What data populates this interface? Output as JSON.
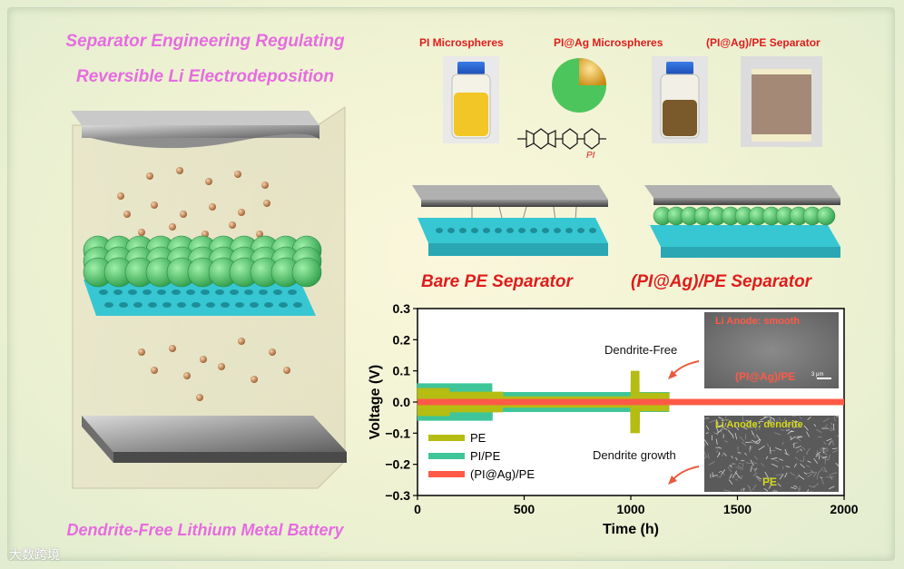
{
  "title": {
    "line1": "Separator Engineering Regulating",
    "line2": "Reversible Li Electrodeposition"
  },
  "bottom_title": "Dendrite-Free Lithium Metal Battery",
  "materials": {
    "pi": "PI Microspheres",
    "piag": "PI@Ag Microspheres",
    "sep": "(PI@Ag)/PE Separator",
    "pi_chem": "PI"
  },
  "separators": {
    "bare": "Bare PE Separator",
    "coated": "(PI@Ag)/PE Separator"
  },
  "annotations": {
    "dendrite_free": "Dendrite-Free",
    "dendrite_growth": "Dendrite growth"
  },
  "sem": {
    "top_title": "Li Anode: smooth",
    "top_sample": "(PI@Ag)/PE",
    "top_scale": "3 μm",
    "bottom_title": "Li Anode: dendrite",
    "bottom_sample": "PE"
  },
  "watermark": "大数跨境",
  "colors": {
    "pe": "#b5bc12",
    "pipe": "#3fc59a",
    "piag": "#ff5a47",
    "sphere": "#49c766",
    "mesh": "#37c7d2"
  },
  "chart_data": {
    "type": "line",
    "xlabel": "Time (h)",
    "ylabel": "Voltage (V)",
    "xlim": [
      0,
      2000
    ],
    "ylim": [
      -0.3,
      0.3
    ],
    "xticks": [
      0,
      500,
      1000,
      1500,
      2000
    ],
    "yticks": [
      0.3,
      0.2,
      0.1,
      0.0,
      -0.1,
      -0.2,
      -0.3
    ],
    "xtick_labels": [
      "0",
      "500",
      "1000",
      "1500",
      "2000"
    ],
    "ytick_labels": [
      "0.3",
      "0.2",
      "0.1",
      "0.0",
      "−0.1",
      "−0.2",
      "−0.3"
    ],
    "legend": "bottom-left",
    "series": [
      {
        "name": "PE",
        "color": "#b5bc12",
        "x_end": 1180,
        "amplitude": 0.03,
        "spike_from": 1000,
        "spike_to": 1180,
        "spike_amp": 0.09
      },
      {
        "name": "PI/PE",
        "color": "#3fc59a",
        "x_end": 1180,
        "amplitude": 0.04
      },
      {
        "name": "(PI@Ag)/PE",
        "color": "#ff5a47",
        "x_end": 2000,
        "amplitude": 0.01
      }
    ]
  }
}
